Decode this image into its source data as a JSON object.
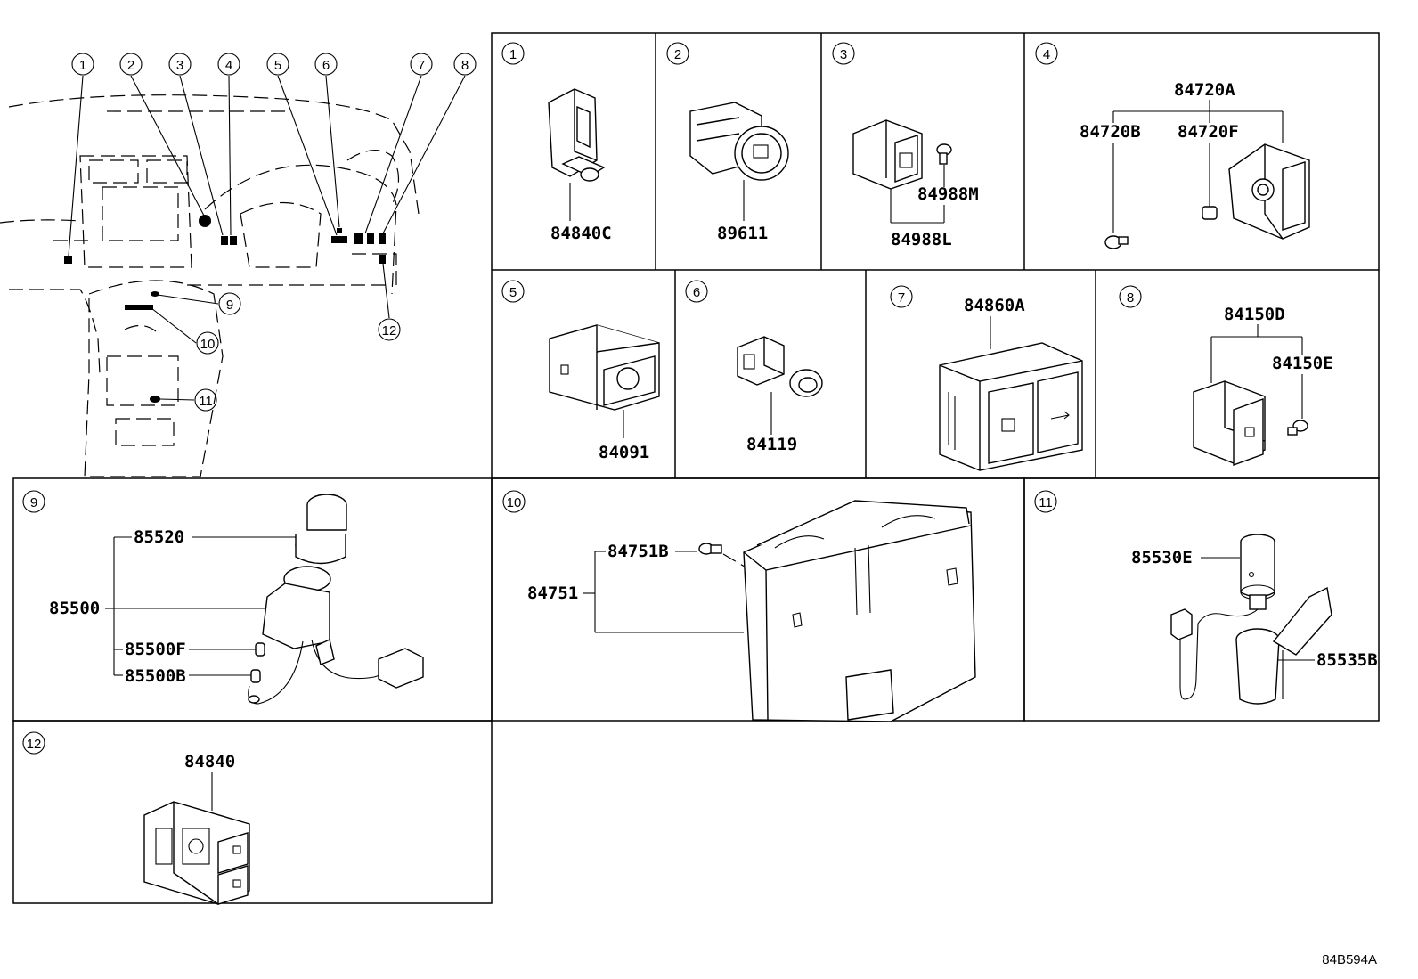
{
  "diagram_code": "84B594A",
  "overview": {
    "callouts": [
      "1",
      "2",
      "3",
      "4",
      "5",
      "6",
      "7",
      "8",
      "9",
      "10",
      "11",
      "12"
    ]
  },
  "panels": [
    {
      "index": "1",
      "parts": [
        "84840C"
      ]
    },
    {
      "index": "2",
      "parts": [
        "89611"
      ]
    },
    {
      "index": "3",
      "parts": [
        "84988M",
        "84988L"
      ]
    },
    {
      "index": "4",
      "parts": [
        "84720A",
        "84720B",
        "84720F"
      ]
    },
    {
      "index": "5",
      "parts": [
        "84091"
      ]
    },
    {
      "index": "6",
      "parts": [
        "84119"
      ]
    },
    {
      "index": "7",
      "parts": [
        "84860A"
      ]
    },
    {
      "index": "8",
      "parts": [
        "84150D",
        "84150E"
      ]
    },
    {
      "index": "9",
      "parts": [
        "85520",
        "85500",
        "85500F",
        "85500B"
      ]
    },
    {
      "index": "10",
      "parts": [
        "84751B",
        "84751"
      ]
    },
    {
      "index": "11",
      "parts": [
        "85530E",
        "85535B"
      ]
    },
    {
      "index": "12",
      "parts": [
        "84840"
      ]
    }
  ]
}
